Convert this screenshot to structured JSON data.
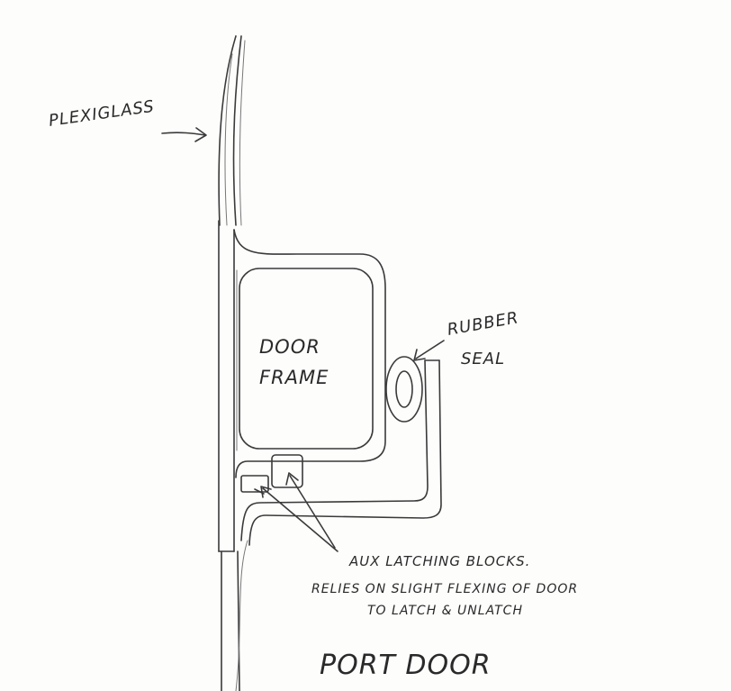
{
  "labels": {
    "plexiglass": "PLEXIGLASS",
    "door_frame_line1": "DOOR",
    "door_frame_line2": "FRAME",
    "rubber_seal_line1": "RUBBER",
    "rubber_seal_line2": "SEAL",
    "aux_blocks": "AUX LATCHING BLOCKS.",
    "note_line1": "RELIES ON SLIGHT FLEXING OF DOOR",
    "note_line2": "TO LATCH & UNLATCH",
    "title": "PORT DOOR"
  }
}
